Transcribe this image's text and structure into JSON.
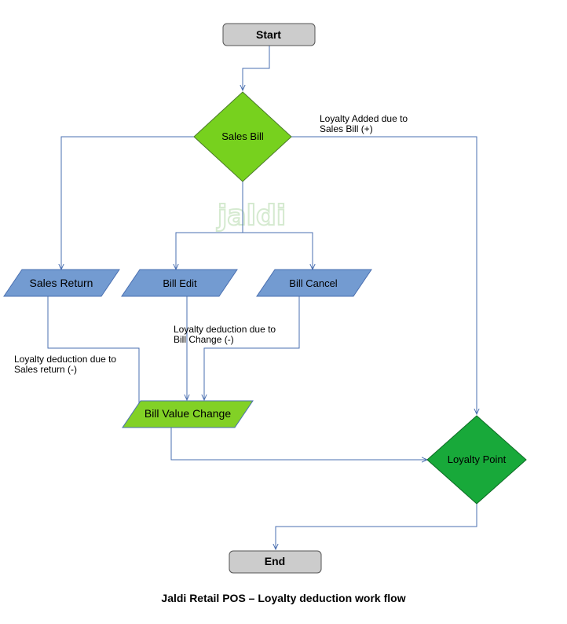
{
  "colors": {
    "terminal_fill": "#cccccc",
    "decision_fill": "#77d11e",
    "loyalty_fill": "#18a93a",
    "io_fill": "#739bd1",
    "io_highlight_fill": "#82d126",
    "edge": "#4a6fb0",
    "watermark": "#d5ead0"
  },
  "watermark": "jaldi",
  "nodes": {
    "start": "Start",
    "sales_bill": "Sales Bill",
    "sales_return": "Sales Return",
    "bill_edit": "Bill Edit",
    "bill_cancel": "Bill Cancel",
    "bill_value_change": "Bill Value Change",
    "loyalty_point": "Loyalty Point",
    "end": "End"
  },
  "edge_labels": {
    "loyalty_added_1": "Loyalty Added due to",
    "loyalty_added_2": "Sales Bill (+)",
    "deduction_bill_change_1": "Loyalty deduction due to",
    "deduction_bill_change_2": "Bill Change (-)",
    "deduction_sales_return_1": "Loyalty deduction due to",
    "deduction_sales_return_2": "Sales return (-)"
  },
  "caption": "Jaldi Retail POS – Loyalty deduction work flow"
}
